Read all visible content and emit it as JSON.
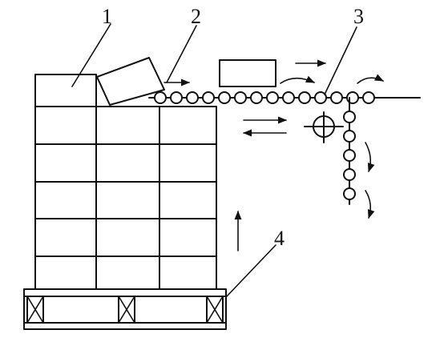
{
  "labels": {
    "l1": "1",
    "l2": "2",
    "l3": "3",
    "l4": "4"
  },
  "colors": {
    "stroke": "#111111",
    "background": "#ffffff"
  },
  "diagram": {
    "pallet_stack": {
      "rows": 6,
      "cols": 3
    },
    "horizontal_rollers": 14,
    "vertical_rollers": 5
  }
}
